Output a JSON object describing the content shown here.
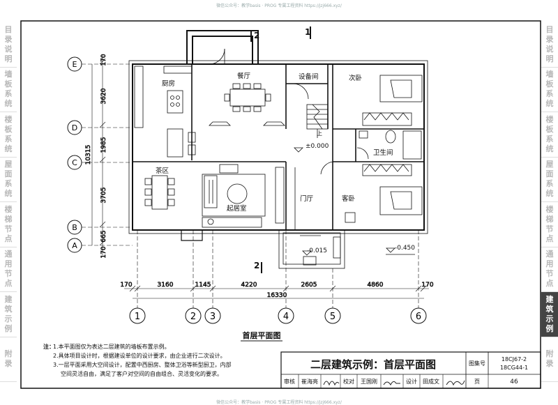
{
  "watermark": "微信公众号：教学basis · PROG 专属工程资料 https://jzj666.xyz/",
  "left_tabs": [
    {
      "label": "目录说明",
      "active": false
    },
    {
      "label": "墙板系统",
      "active": false
    },
    {
      "label": "楼板系统",
      "active": false
    },
    {
      "label": "屋面系统",
      "active": false
    },
    {
      "label": "楼梯节点",
      "active": false
    },
    {
      "label": "通用节点",
      "active": false
    },
    {
      "label": "建筑示例",
      "active": false
    },
    {
      "label": "附录",
      "active": false
    }
  ],
  "right_tabs": [
    {
      "label": "目录说明",
      "active": false
    },
    {
      "label": "墙板系统",
      "active": false
    },
    {
      "label": "楼板系统",
      "active": false
    },
    {
      "label": "屋面系统",
      "active": false
    },
    {
      "label": "楼梯节点",
      "active": false
    },
    {
      "label": "通用节点",
      "active": false
    },
    {
      "label": "建筑示例",
      "active": true
    },
    {
      "label": "附录",
      "active": false
    }
  ],
  "plan": {
    "title": "首层平面图",
    "rooms": {
      "kitchen": "厨房",
      "dining": "餐厅",
      "equipment": "设备间",
      "second_bedroom": "次卧",
      "bathroom": "卫生间",
      "tea": "茶区",
      "living": "起居室",
      "foyer": "门厅",
      "guest_bedroom": "客卧",
      "stair_up": "上"
    },
    "elevations": {
      "floor": "±0.000",
      "entrance": "-0.015",
      "outdoor": "-0.450"
    },
    "section_marks": {
      "one": "1",
      "two": "2"
    },
    "axes_rows": [
      "E",
      "D",
      "C",
      "B",
      "A"
    ],
    "axes_cols": [
      "1",
      "2",
      "3",
      "4",
      "5",
      "6"
    ],
    "dims_vertical": {
      "top": "170",
      "e_d": "3620",
      "d_c": "1985",
      "c_b": "3705",
      "b_a": "665",
      "bottom": "170",
      "total": "10315"
    },
    "dims_horizontal": {
      "left": "170",
      "d12": "3160",
      "d23": "1145",
      "d34": "4220",
      "d45": "2605",
      "d56": "4860",
      "right": "170",
      "total": "16330"
    }
  },
  "notes": {
    "label": "注：",
    "items": [
      "1.本平面图仅为表达二层建筑的墙板布置示例。",
      "2.具体项目设计时，根据建设单位的设计要求，由企业进行二次设计。",
      "3.一层平面采用大空间设计，配置中西厨房、整体卫浴等新型厨卫，内部",
      "空间灵活自由，满足了客户对空间的自由组合、灵活变化的要求。"
    ]
  },
  "title_block": {
    "title": "二层建筑示例：首层平面图",
    "atlas_label": "图集号",
    "atlas_no_1": "18CJ67-2",
    "atlas_no_2": "18CG44-1",
    "review_label": "审核",
    "reviewer": "崔海亮",
    "check_label": "校对",
    "checker": "王国刚",
    "design_label": "设计",
    "designer": "田成文",
    "page_label": "页",
    "page_no": "46"
  }
}
